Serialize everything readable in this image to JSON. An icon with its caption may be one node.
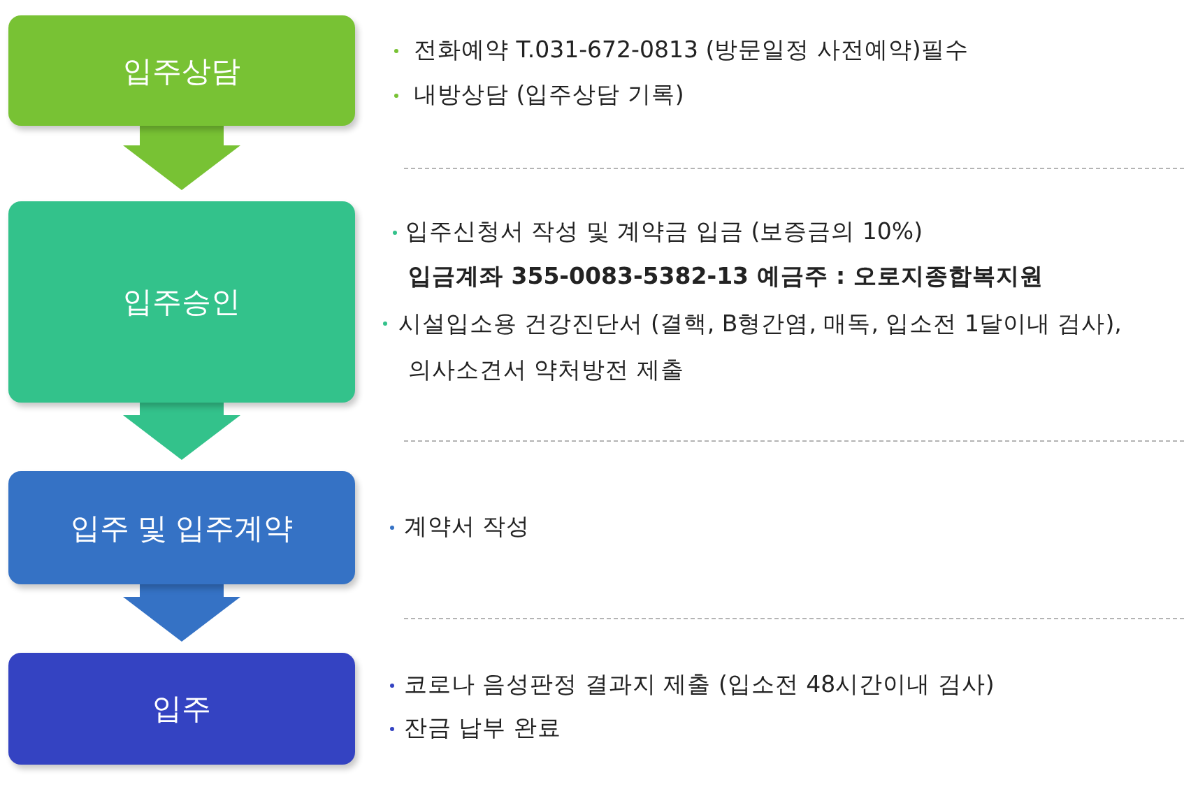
{
  "diagram": {
    "nodes": [
      {
        "text": [
          "입주상담"
        ],
        "beside": [
          "전화예약 T.031-672-0813 (방문일정 사전예약)필수",
          "내방상담 (입주상담 기록)"
        ]
      },
      {
        "text": [
          "입주승인"
        ],
        "beside": [
          "입주신청서 작성 및 계약금 입금 (보증금의 10%)",
          "입금계좌 355-0083-5382-13 예금주 : 오로지종합복지원",
          "시설입소용 건강진단서 (결핵, B형간염, 매독, 입소전 1달이내 검사), 의사소견서 약처방전 제출"
        ]
      },
      {
        "text": [
          "입주 및 입주계약"
        ],
        "beside": [
          "계약서 작성"
        ]
      },
      {
        "text": [
          "입주"
        ],
        "beside": [
          "코로나 음성판정 결과지 제출 (입소전 48시간이내 검사)",
          "잔금 납부 완료"
        ]
      }
    ],
    "edges": [
      {
        "from": 0,
        "to": 1,
        "arrow": "to",
        "color": "#78c234"
      },
      {
        "from": 1,
        "to": 2,
        "arrow": "to",
        "color": "#33c28b"
      },
      {
        "from": 2,
        "to": 3,
        "arrow": "to",
        "color": "#3572c5"
      }
    ]
  }
}
